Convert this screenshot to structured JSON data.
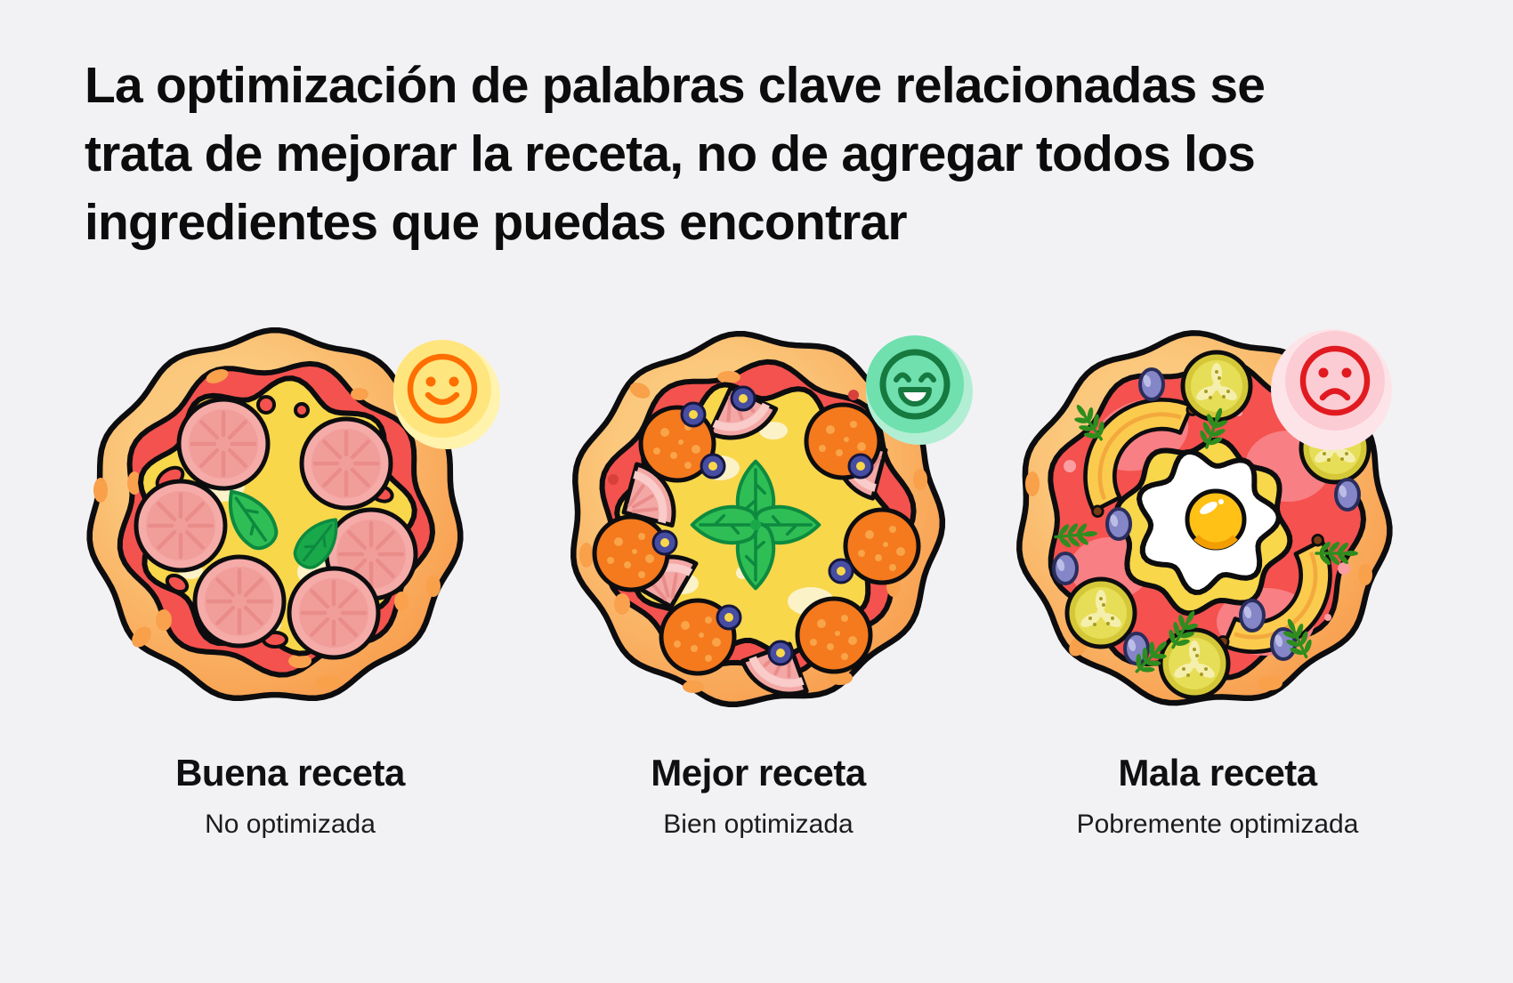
{
  "page": {
    "background_color": "#f2f2f4",
    "text_color": "#0c0c0d"
  },
  "title": {
    "lines": [
      "La optimización de palabras clave relacionadas se",
      "trata de mejorar la receta, no de agregar todos los",
      "ingredientes que puedas encontrar"
    ]
  },
  "cards": [
    {
      "label": "Buena receta",
      "sublabel": "No optimizada",
      "badge_icon": "smiley-face",
      "badge_color": "#ffe57e",
      "badge_halo_color": "#fff3ae",
      "face_color": "#fe6e00",
      "pizza_style": "pizza-with-salami-and-basil"
    },
    {
      "label": "Mejor receta",
      "sublabel": "Bien optimizada",
      "badge_icon": "laughing-face",
      "badge_color": "#6fe0ae",
      "badge_halo_color": "#b2eed3",
      "face_color": "#16793f",
      "pizza_style": "pizza-with-pepperoni-ham-olives-basil"
    },
    {
      "label": "Mala receta",
      "sublabel": "Pobremente optimizada",
      "badge_icon": "sad-face",
      "badge_color": "#fbccd3",
      "badge_halo_color": "#fde4e8",
      "face_color": "#e11a21",
      "pizza_style": "pizza-with-bananas-egg-cucumbers-grapes"
    }
  ],
  "palette": {
    "crust_light": "#fbc97d",
    "crust_dark": "#f89a4a",
    "sauce": "#f3524e",
    "cheese": "#f8d74b",
    "outline": "#0d0d0f"
  }
}
